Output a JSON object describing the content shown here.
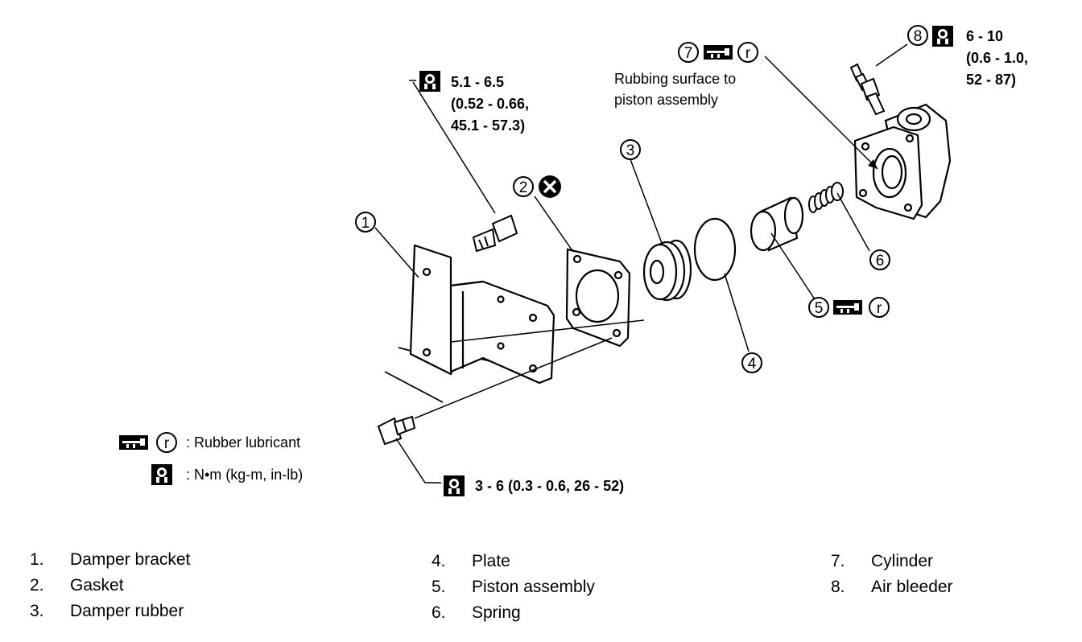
{
  "callouts": [
    "1",
    "2",
    "3",
    "4",
    "5",
    "6",
    "7",
    "8"
  ],
  "torque_bracket_bolt": {
    "line1": "5.1 - 6.5",
    "line2": "(0.52 - 0.66,",
    "line3": "45.1 - 57.3)"
  },
  "torque_lower_bolt": {
    "text": "3 - 6 (0.3 - 0.6, 26 - 52)"
  },
  "torque_air_bleeder": {
    "line1": "6 - 10",
    "line2": "(0.6 - 1.0,",
    "line3": "52 - 87)"
  },
  "rubbing_note": {
    "line1": "Rubbing surface to",
    "line2": "piston assembly"
  },
  "symbol_key": {
    "lubricant_letter": "r",
    "lubricant_text": ": Rubber lubricant",
    "torque_text": ": N•m (kg-m, in-lb)"
  },
  "legend": [
    {
      "num": "1.",
      "label": "Damper bracket"
    },
    {
      "num": "2.",
      "label": "Gasket"
    },
    {
      "num": "3.",
      "label": "Damper rubber"
    },
    {
      "num": "4.",
      "label": "Plate"
    },
    {
      "num": "5.",
      "label": "Piston assembly"
    },
    {
      "num": "6.",
      "label": "Spring"
    },
    {
      "num": "7.",
      "label": "Cylinder"
    },
    {
      "num": "8.",
      "label": "Air bleeder"
    }
  ]
}
